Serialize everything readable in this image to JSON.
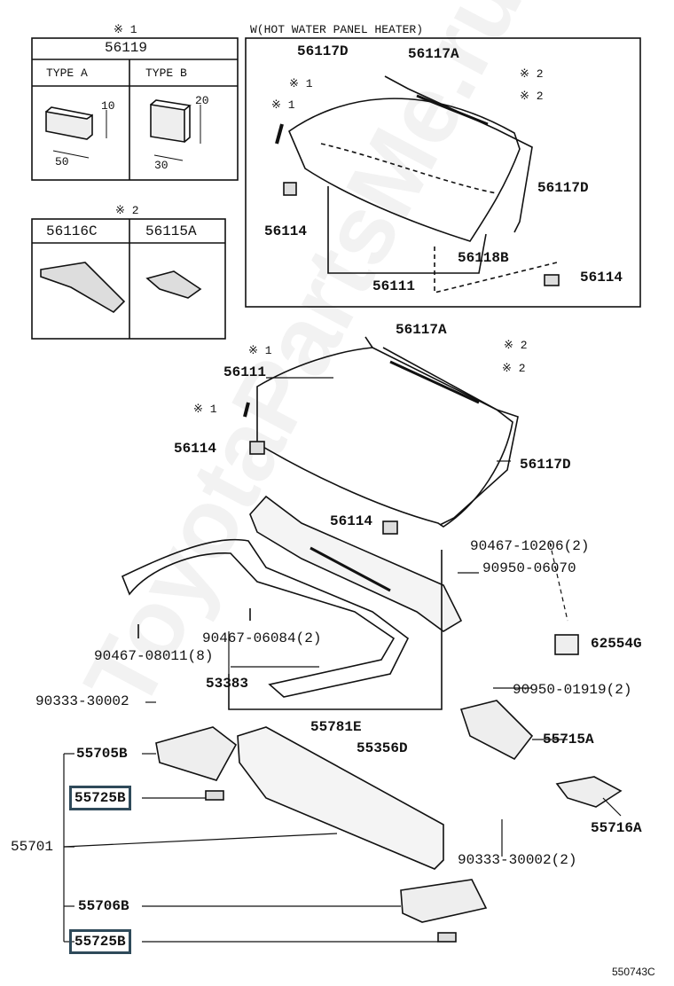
{
  "header": {
    "box1_note": "※ 1",
    "box1_part": "56119",
    "type_a": "TYPE  A",
    "type_b": "TYPE  B",
    "dim_a_h": "10",
    "dim_a_w": "50",
    "dim_b_h": "20",
    "dim_b_w": "30",
    "box2_note": "※ 2",
    "box2_left": "56116C",
    "box2_right": "56115A",
    "panel_title": "W(HOT WATER PANEL HEATER)"
  },
  "inset": {
    "p56117D_top": "56117D",
    "p56117A": "56117A",
    "note1a": "※ 1",
    "note1b": "※ 1",
    "note2a": "※ 2",
    "note2b": "※ 2",
    "p56117D_right": "56117D",
    "p56114_left": "56114",
    "p56118B": "56118B",
    "p56111": "56111",
    "p56114_right": "56114"
  },
  "main": {
    "p56117A": "56117A",
    "note2a": "※ 2",
    "note2b": "※ 2",
    "note1a": "※ 1",
    "note1b": "※ 1",
    "p56111": "56111",
    "p56114_a": "56114",
    "p56117D": "56117D",
    "p56114_b": "56114",
    "p90467_10206": "90467-10206(2)",
    "p90950_06070": "90950-06070",
    "p62554G": "62554G",
    "p90467_06084": "90467-06084(2)",
    "p90467_08011": "90467-08011(8)",
    "p53383": "53383",
    "p90950_01919": "90950-01919(2)",
    "p90333_30002": "90333-30002",
    "p55781E": "55781E",
    "p55705B": "55705B",
    "p55356D": "55356D",
    "p55715A": "55715A",
    "p55725B_a": "55725B",
    "p55716A": "55716A",
    "p55701": "55701",
    "p90333_30002_2": "90333-30002(2)",
    "p55706B": "55706B",
    "p55725B_b": "55725B"
  },
  "watermark": "ToyotaPartsMe.ru",
  "figure_id": "550743C"
}
